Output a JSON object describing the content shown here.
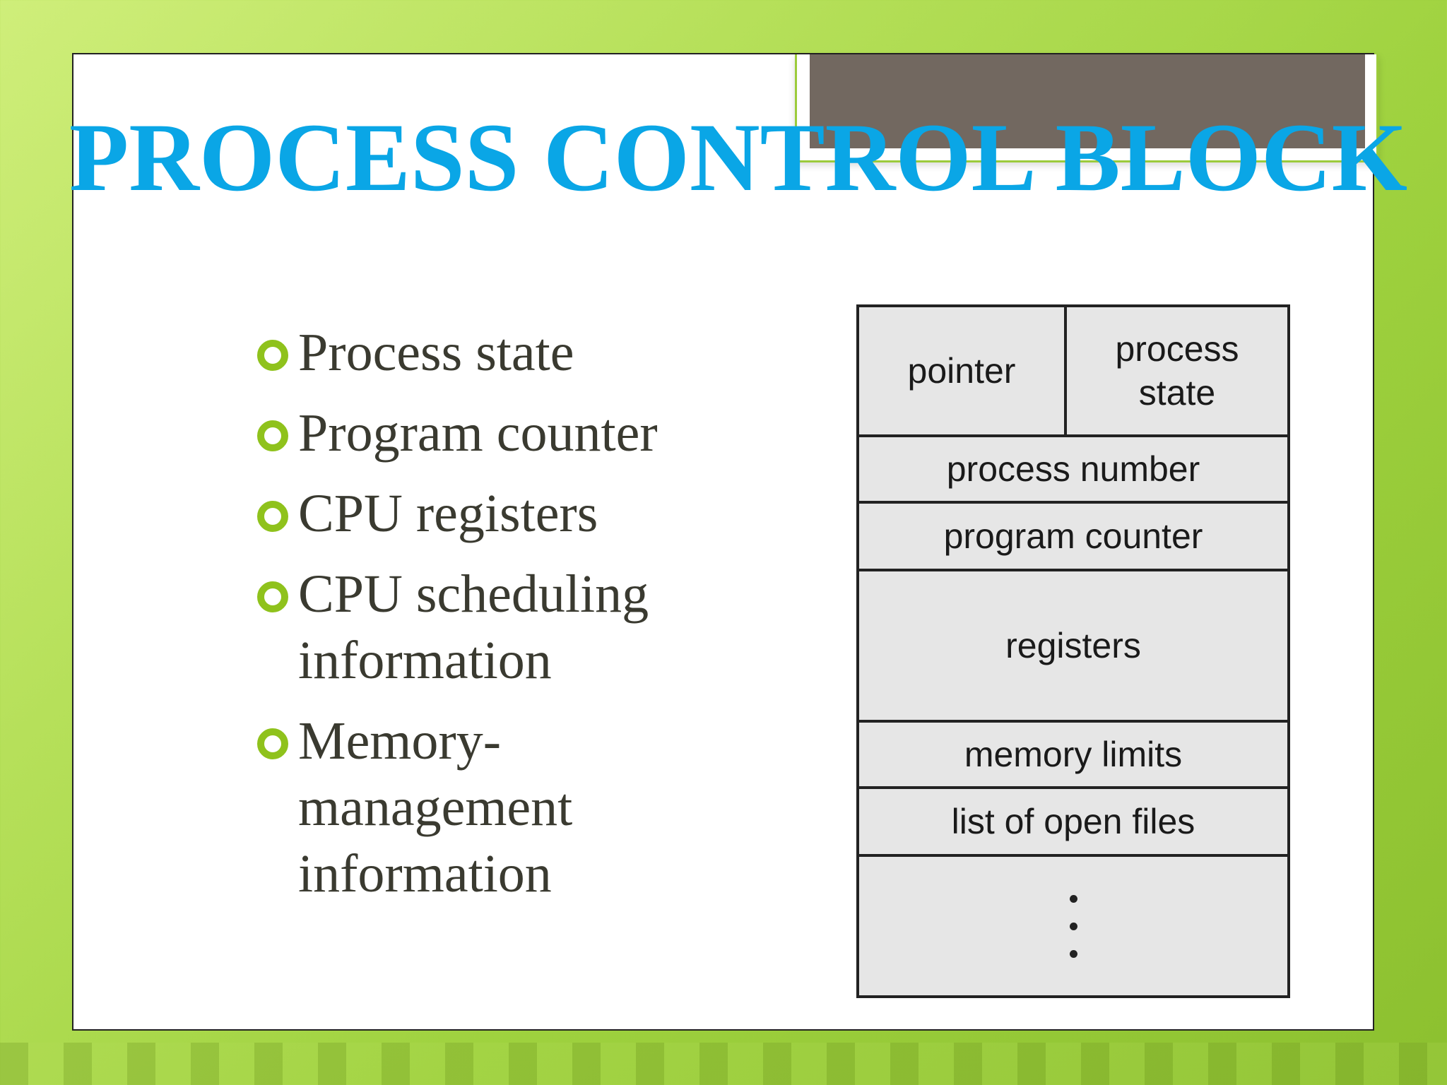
{
  "title": "PROCESS CONTROL BLOCK",
  "bullets": [
    "Process state",
    "Program counter",
    "CPU registers",
    "CPU scheduling information",
    "Memory-management information"
  ],
  "pcb": {
    "pointer": "pointer",
    "process_state": "process state",
    "process_number": "process number",
    "program_counter": "program counter",
    "registers": "registers",
    "memory_limits": "memory limits",
    "open_files": "list of open files",
    "ellipsis": "vertical-ellipsis-icon"
  },
  "colors": {
    "title": "#0aa6e6",
    "bullet_marker": "#8fc21c",
    "top_tab": "#726860",
    "background_green": "#a6d84a"
  }
}
